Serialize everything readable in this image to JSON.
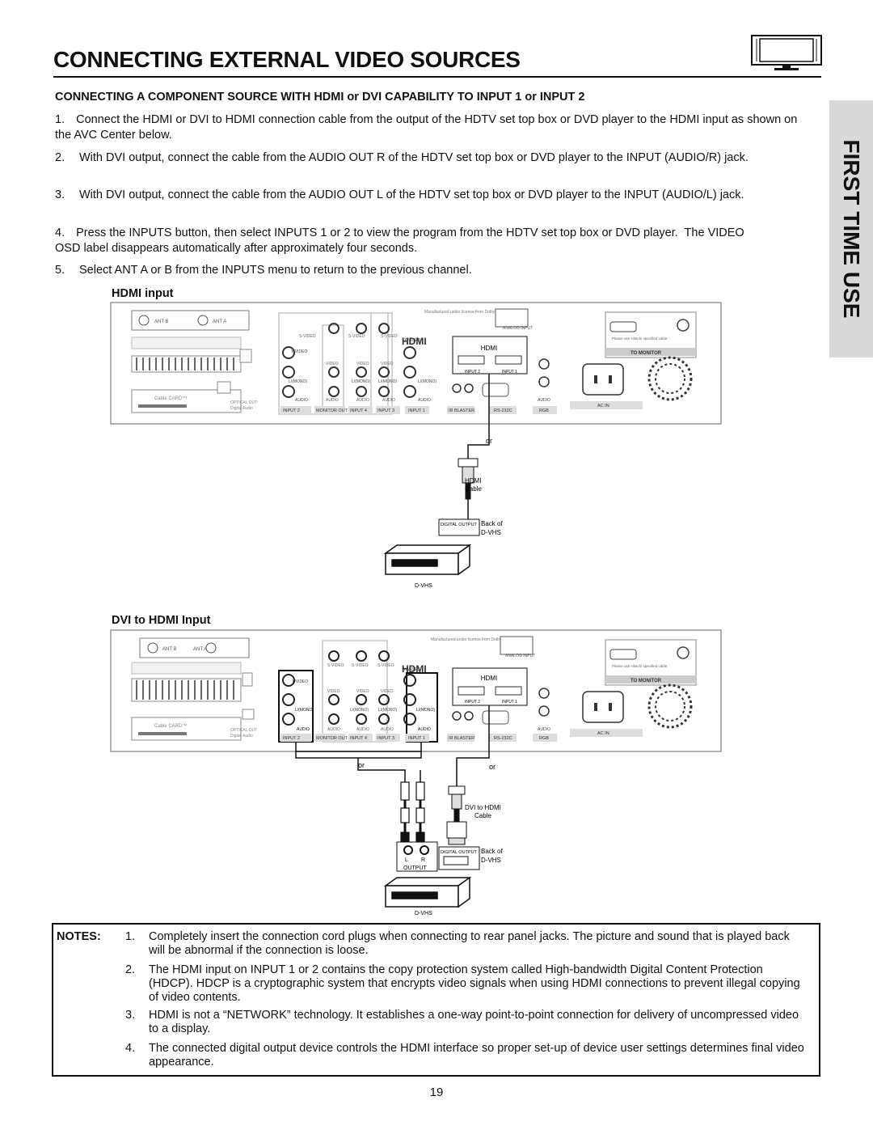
{
  "page": {
    "title": "CONNECTING EXTERNAL VIDEO SOURCES",
    "subheading": "CONNECTING A COMPONENT SOURCE WITH HDMI or DVI CAPABILITY TO INPUT 1 or INPUT 2",
    "sidebar_tab": "FIRST TIME USE",
    "page_number": "19"
  },
  "steps": [
    {
      "num": "1.",
      "text": "Connect the HDMI or DVI to HDMI connection cable from the output of the HDTV set top box or DVD player to the HDMI input as  shown on the AVC Center below."
    },
    {
      "num": "2.",
      "text": "With DVI output, connect the cable from the AUDIO OUT R of the HDTV set top box or DVD player to the INPUT (AUDIO/R) jack."
    },
    {
      "num": "3.",
      "text": "With DVI output, connect the cable from the AUDIO OUT L of the HDTV set top box or DVD player to the INPUT (AUDIO/L) jack."
    },
    {
      "num": "4.",
      "text": "Press the INPUTS button, then select INPUTS 1 or 2 to view the program from the HDTV set top box or DVD player.  The VIDEO               OSD label disappears automatically after approximately four seconds."
    },
    {
      "num": "5.",
      "text": "Select ANT A or B from the INPUTS menu to return to the previous channel."
    }
  ],
  "diagram1": {
    "heading": "HDMI input",
    "or": "or",
    "cable_line1": "HDMI",
    "cable_line2": "Cable",
    "digital_output": "DIGITAL OUTPUT",
    "back_of": "Back of",
    "dvhs": "D-VHS",
    "device_label": "D-VHS"
  },
  "diagram2": {
    "heading": "DVI to HDMI Input",
    "or_left": "or",
    "or_right": "or",
    "cable_line1": "DVI to HDMI",
    "cable_line2": "Cable",
    "digital_output": "DIGITAL OUTPUT",
    "back_of": "Back of",
    "dvhs": "D-VHS",
    "audio_l": "L",
    "audio_r": "R",
    "audio_output": "OUTPUT",
    "device_label": "D-VHS"
  },
  "panel": {
    "ant_b": "ANT B",
    "ant_a": "ANT A",
    "license": "Manufactured under license from Dolby Laboratories",
    "svideo": "S-VIDEO",
    "yvideo": "Y/VIDEO",
    "video": "VIDEO",
    "lmono": "L/(MONO)",
    "audio": "AUDIO",
    "hdmi_logo": "HDMI",
    "hdmi_box": "HDMI",
    "input2_tab": "INPUT 2",
    "input1_tab": "INPUT 1",
    "analog_input": "ANALOG INPUT",
    "to_monitor": "TO MONITOR",
    "monitor_note": "Please use Hitachi specified cable",
    "cable_card": "Cable CARD™",
    "optical_out": "OPTICAL OUT",
    "digital_audio": "Digital Audio",
    "bottom_labels": [
      "INPUT 2",
      "MONITOR OUT",
      "INPUT 4",
      "INPUT 3",
      "INPUT 1",
      "IR BLASTER",
      "RS-232C",
      "RGB",
      "AC IN"
    ]
  },
  "notes": {
    "label": "NOTES:",
    "items": [
      {
        "num": "1.",
        "text": "Completely insert the connection cord plugs when connecting to rear panel jacks.  The picture and sound that is played back will be abnormal if the connection is loose."
      },
      {
        "num": "2.",
        "text": "The HDMI input on INPUT 1 or 2 contains the copy protection system called High-bandwidth Digital Content Protection (HDCP).  HDCP is a cryptographic system that encrypts video signals when using HDMI connections to prevent illegal copying of video contents."
      },
      {
        "num": "3.",
        "text": "HDMI is not a “NETWORK” technology.  It establishes a one-way point-to-point connection for delivery of uncompressed video to a display."
      },
      {
        "num": "4.",
        "text": "The connected digital output device controls the HDMI interface so proper set-up of device user settings determines final video appearance."
      }
    ]
  }
}
